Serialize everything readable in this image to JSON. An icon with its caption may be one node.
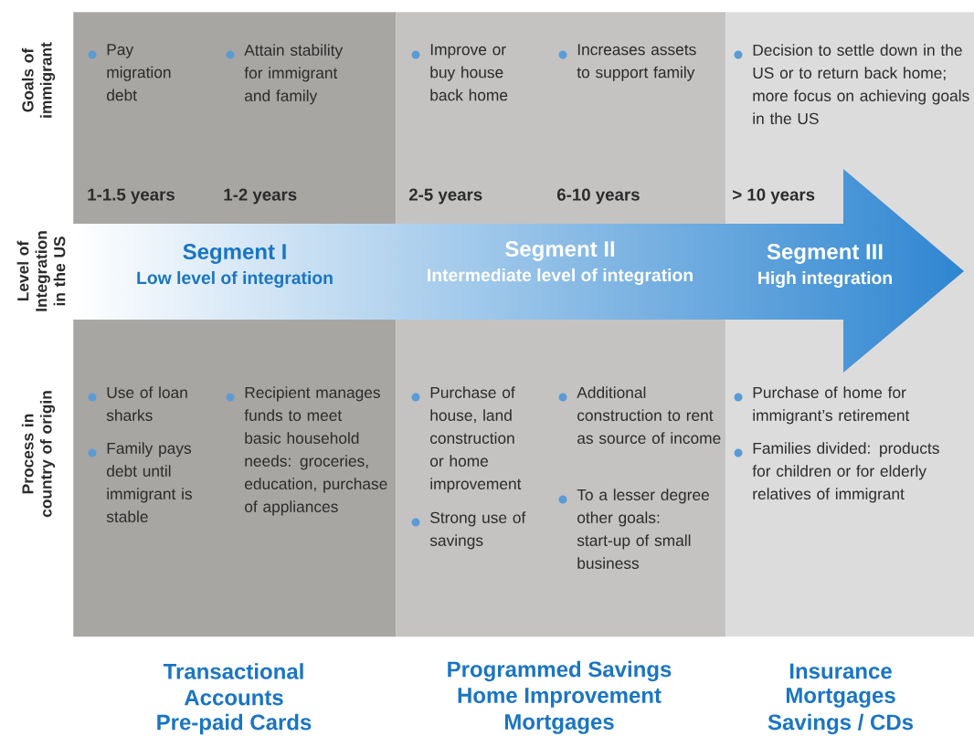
{
  "diagram": {
    "nodes": [
      {
        "text": [
          "Pay migration debt",
          "Attain stability for immigrant and family",
          "1-1.5 years",
          "1-2 years",
          "Use of loan sharks",
          "Family pays debt until immigrant is stable",
          "Recipient manages funds to meet basic household needs: groceries, education, purchase of appliances"
        ]
      },
      {
        "text": [
          "Improve or buy house back home",
          "Increases assets to support family",
          "2-5 years",
          "6-10 years",
          "Purchase of house, land construction or home improvement",
          "Strong use of savings",
          "Additional construction to rent as source of income",
          "To a lesser degree other goals: start-up of small business"
        ]
      },
      {
        "text": [
          "Decision to settle down in the US or to return back home; more focus on achieving goals in the US",
          "> 10 years",
          "Purchase of home for immigrant’s retirement",
          "Families divided: products for children or for elderly relatives of immigrant"
        ]
      },
      {
        "text": [
          "Segment I",
          "Low level of integration",
          "Segment II",
          "Intermediate level of integration",
          "Segment III",
          "High integration"
        ]
      }
    ],
    "edges": [],
    "labels": [
      "Goals of immigrant",
      "Level of Integration in the US",
      "Process in country of origin",
      "Transactional",
      "Accounts",
      "Pre-paid Cards",
      "Programmed Savings",
      "Home Improvement",
      "Mortgages",
      "Insurance",
      "Mortgages",
      "Savings / CDs"
    ]
  }
}
